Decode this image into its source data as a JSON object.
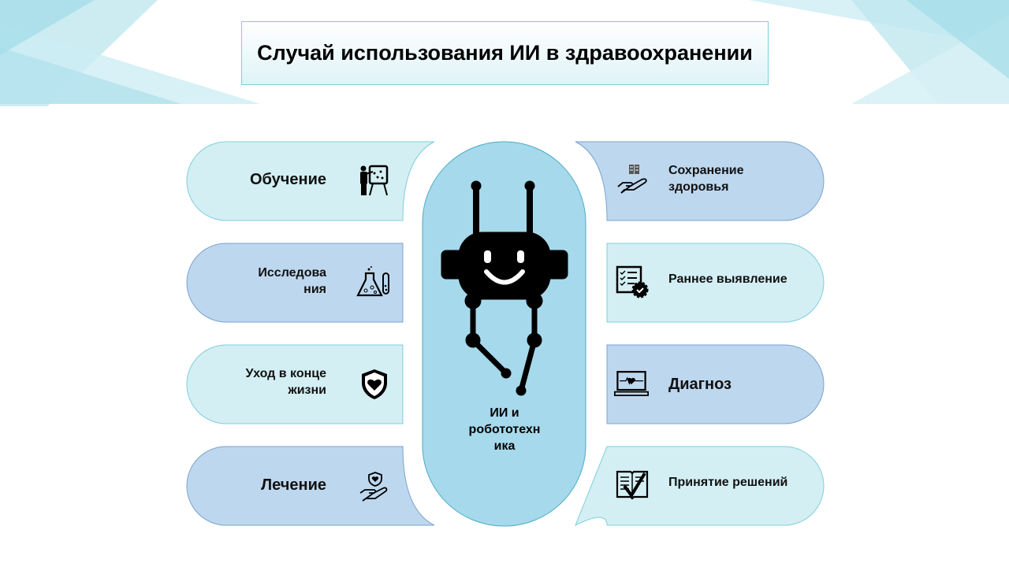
{
  "title": "Случай использования ИИ в здравоохранении",
  "center": {
    "line1": "ИИ и",
    "line2": "робототехн",
    "line3": "ика"
  },
  "left_items": [
    {
      "line1": "Обучение",
      "line2": "",
      "icon": "teacher-board-icon"
    },
    {
      "line1": "Исследова",
      "line2": "ния",
      "icon": "lab-flask-icon"
    },
    {
      "line1": "Уход в конце",
      "line2": "жизни",
      "icon": "heart-shield-icon"
    },
    {
      "line1": "Лечение",
      "line2": "",
      "icon": "hand-heart-icon"
    }
  ],
  "right_items": [
    {
      "line1": "Сохранение",
      "line2": "здоровья",
      "icon": "hand-book-icon"
    },
    {
      "line1": "Раннее выявление",
      "line2": "",
      "icon": "checklist-gear-icon"
    },
    {
      "line1": "Диагноз",
      "line2": "",
      "icon": "laptop-heartbeat-icon"
    },
    {
      "line1": "Принятие решений",
      "line2": "",
      "icon": "book-check-icon"
    }
  ],
  "colors": {
    "light": "#d3eff3",
    "blue": "#bdd7ee",
    "center": "#a6d9ec"
  }
}
